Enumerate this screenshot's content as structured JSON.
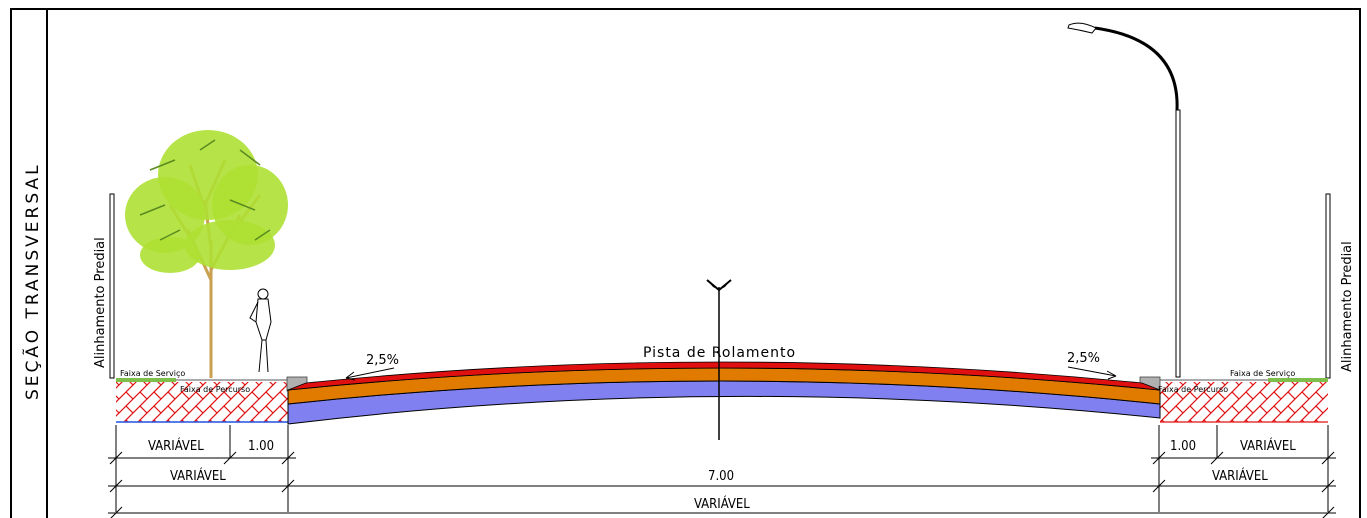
{
  "title": "SEÇÃO TRANSVERSAL",
  "labels": {
    "alinhamento_left": "Alinhamento Predial",
    "alinhamento_right": "Alinhamento Predial",
    "pista": "Pista de Rolamento",
    "slope_left": "2,5%",
    "slope_right": "2,5%",
    "faixa_servico_left": "Faixa de Serviço",
    "faixa_servico_right": "Faixa de Serviço",
    "faixa_percurso_left": "Faixa de Percurso",
    "faixa_percurso_right": "Faixa de Percurso"
  },
  "dimensions": {
    "row1_left_variavel": "VARIÁVEL",
    "row1_left_100": "1.00",
    "row1_right_100": "1.00",
    "row1_right_variavel": "VARIÁVEL",
    "row2_left_variavel": "VARIÁVEL",
    "row2_center": "7.00",
    "row2_right_variavel": "VARIÁVEL",
    "row3_total": "VARIÁVEL"
  },
  "colors": {
    "tree_leaves": "#aee033",
    "tree_trunk": "#c8a050",
    "asphalt_top": "#e01010",
    "base_layer": "#e07b00",
    "subbase_layer": "#8080f0",
    "sidewalk_hatch": "#e01010",
    "grass_strip": "#7dbf4a",
    "curb": "#b0b0b0"
  },
  "icons": [
    "tree-icon",
    "pedestrian-icon",
    "street-lamp-icon",
    "north-arrow-icon"
  ]
}
